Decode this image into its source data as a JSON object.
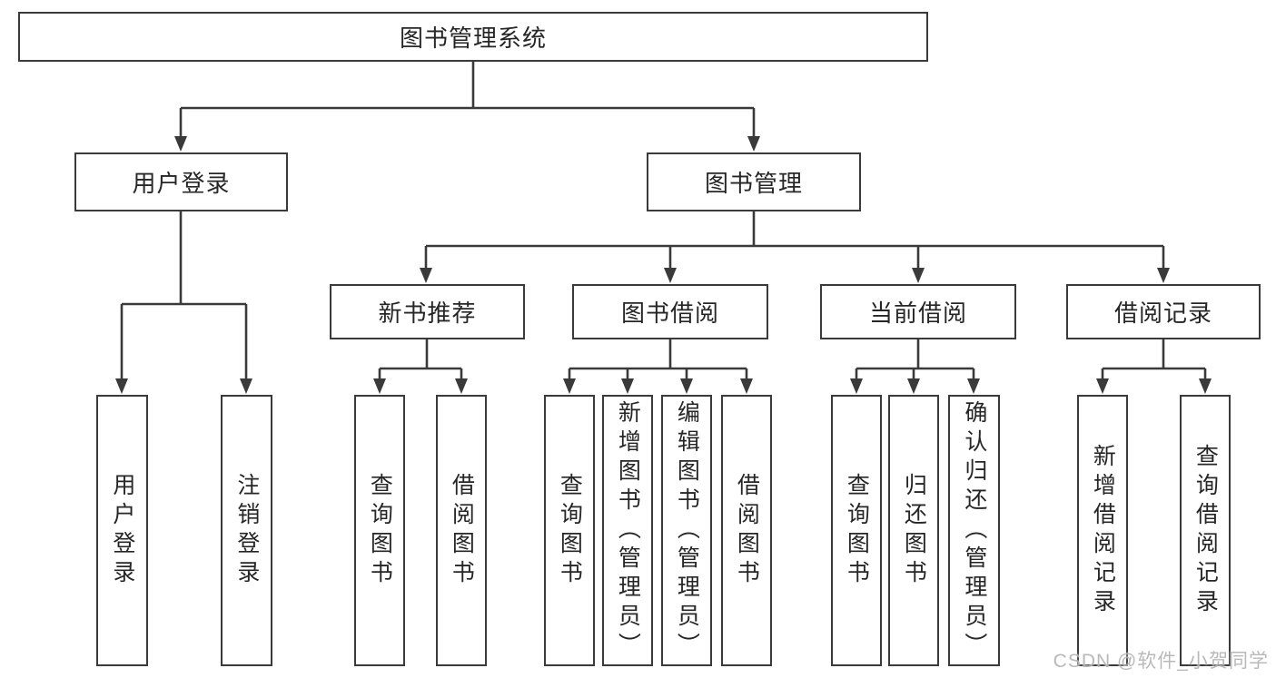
{
  "diagram_title": "图书管理系统",
  "tree": {
    "label": "图书管理系统",
    "children": [
      {
        "label": "用户登录",
        "children": [
          {
            "label": "用户登录"
          },
          {
            "label": "注销登录"
          }
        ]
      },
      {
        "label": "图书管理",
        "children": [
          {
            "label": "新书推荐",
            "children": [
              {
                "label": "查询图书"
              },
              {
                "label": "借阅图书"
              }
            ]
          },
          {
            "label": "图书借阅",
            "children": [
              {
                "label": "查询图书"
              },
              {
                "label": "新增图书（管理员）"
              },
              {
                "label": "编辑图书（管理员）"
              },
              {
                "label": "借阅图书"
              }
            ]
          },
          {
            "label": "当前借阅",
            "children": [
              {
                "label": "查询图书"
              },
              {
                "label": "归还图书"
              },
              {
                "label": "确认归还（管理员）"
              }
            ]
          },
          {
            "label": "借阅记录",
            "children": [
              {
                "label": "新增借阅记录"
              },
              {
                "label": "查询借阅记录"
              }
            ]
          }
        ]
      }
    ]
  },
  "watermark": {
    "text": "CSDN @软件_小贺同学"
  },
  "colors": {
    "line": "#3a3a3a",
    "box_border": "#3a3a3a",
    "box_fill": "#ffffff",
    "text": "#262626",
    "background": "#ffffff",
    "watermark": "#adadad"
  }
}
